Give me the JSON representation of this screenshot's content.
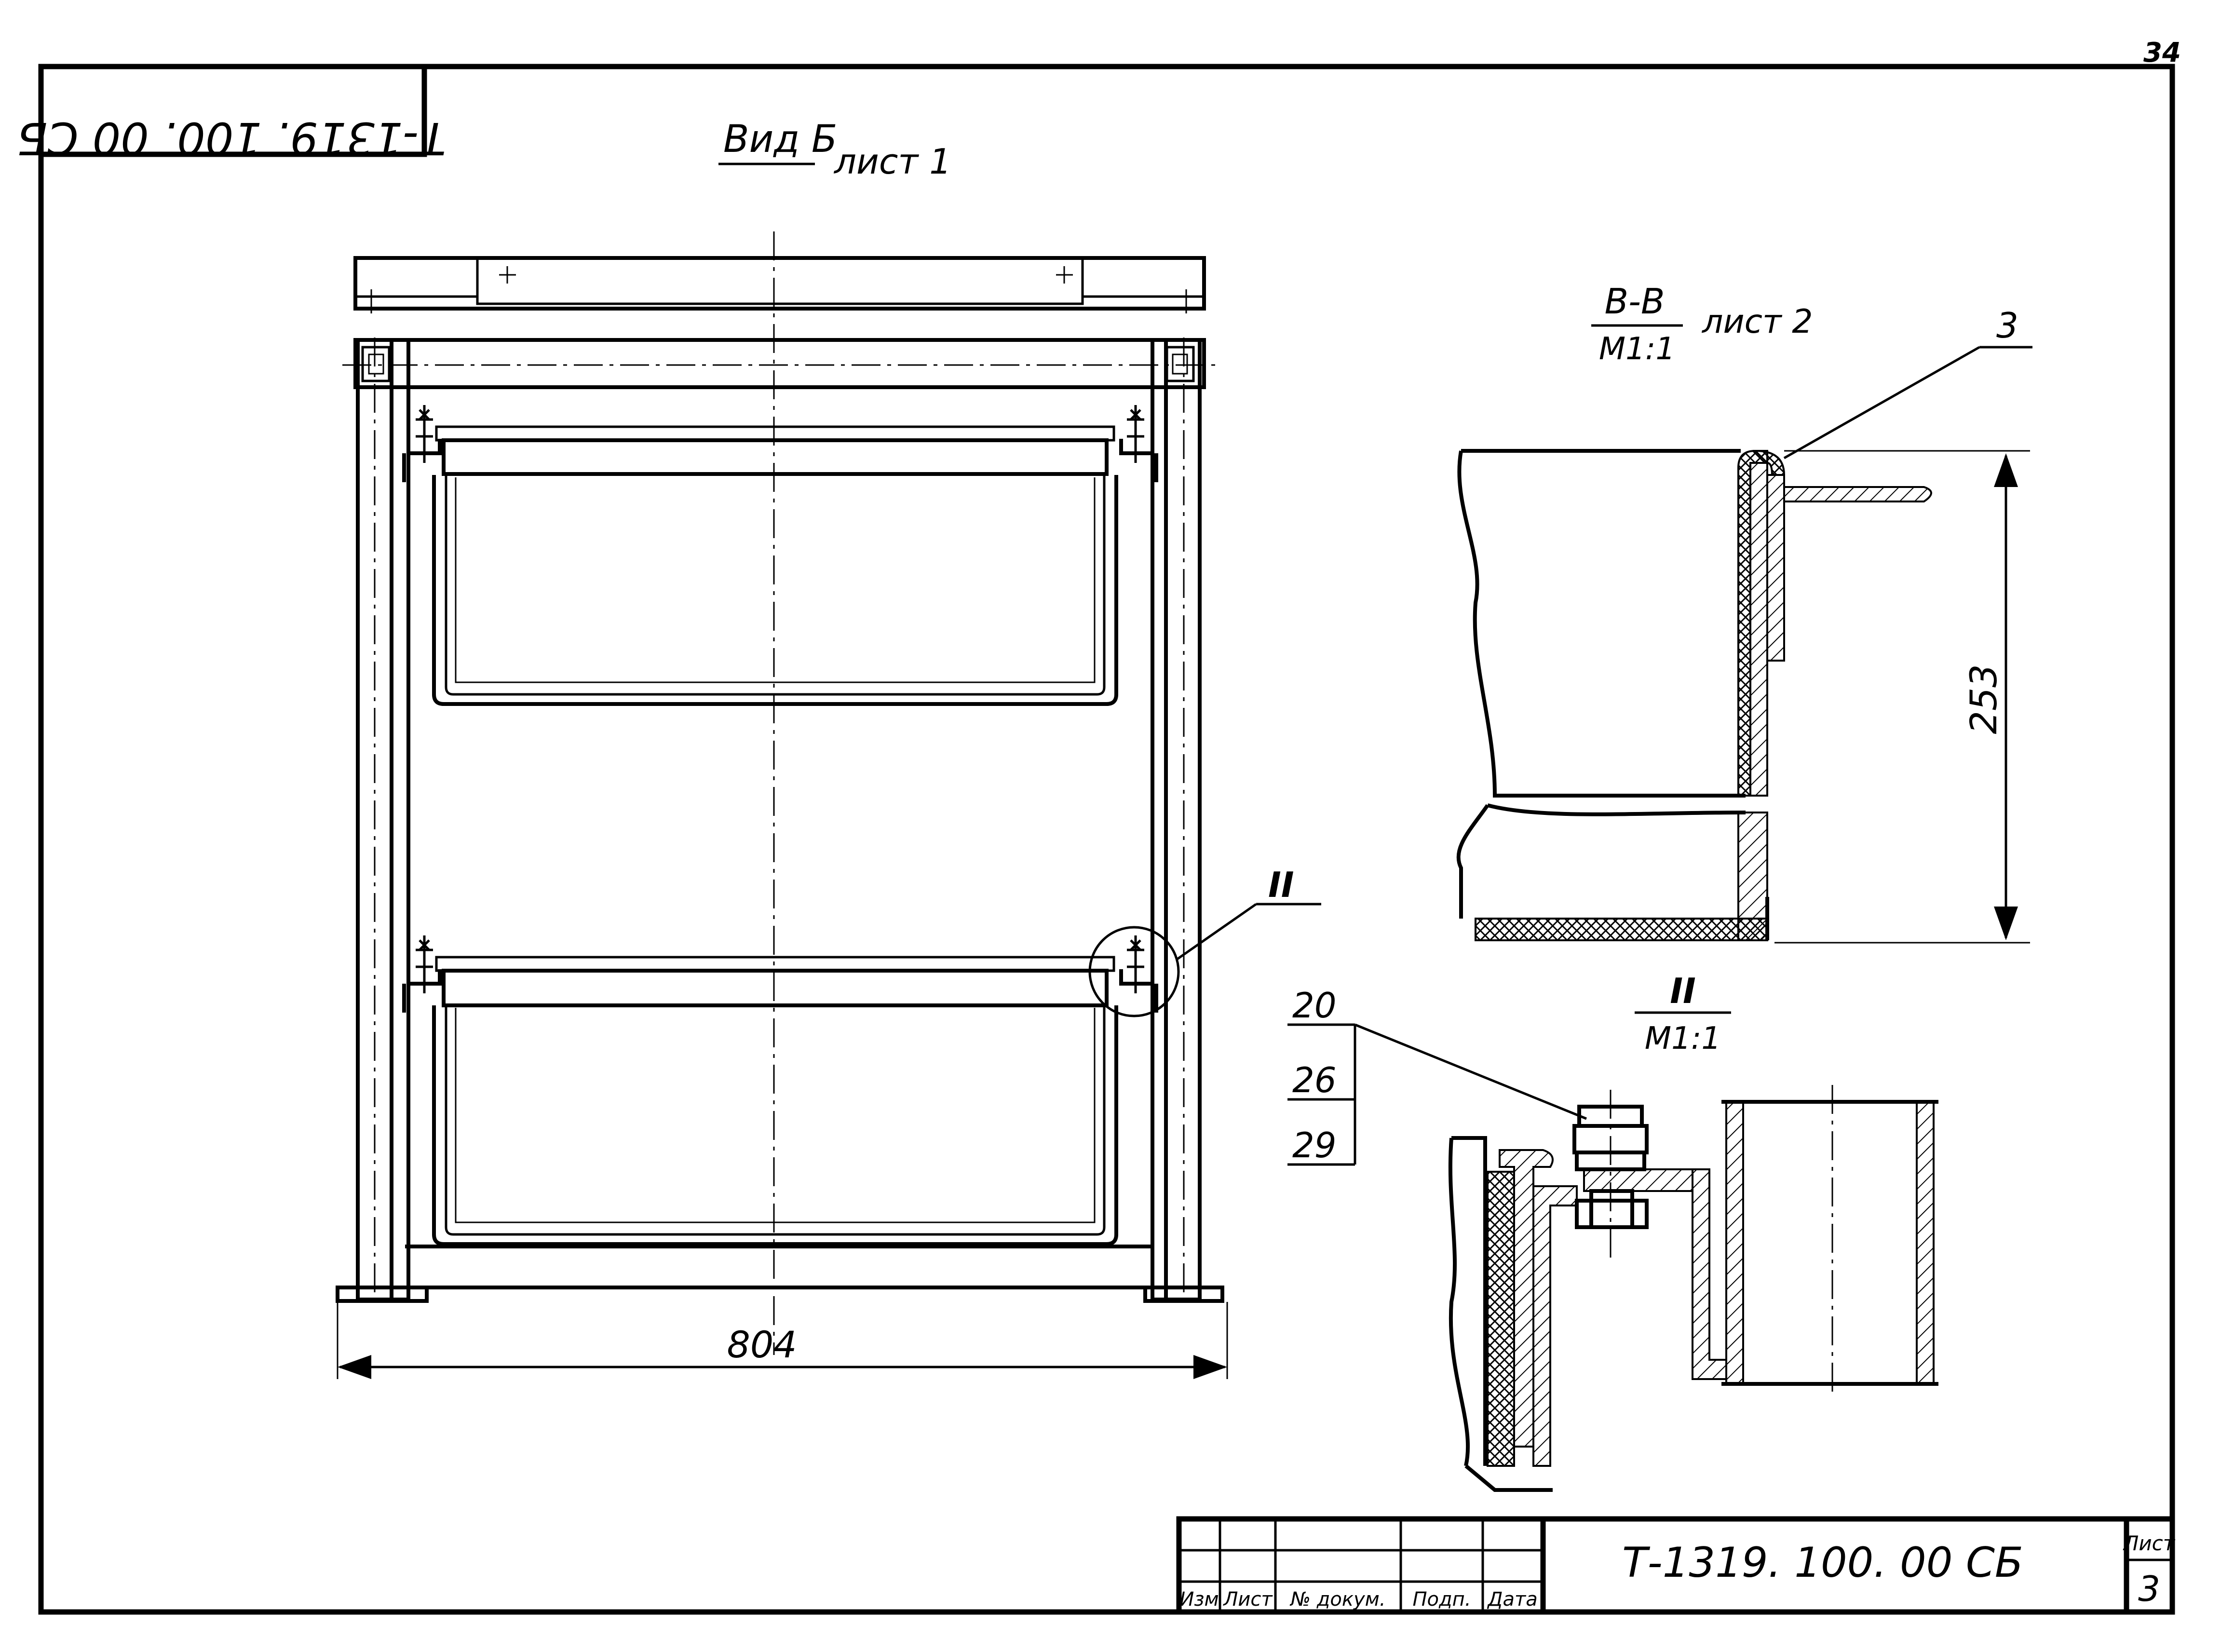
{
  "sheet": {
    "corner_page_number": "34",
    "rotated_designation": "Т-1319. 100. 00 СБ"
  },
  "view_b": {
    "title": "Вид Б",
    "sheet_ref": "лист 1",
    "width_dimension": "804",
    "detail_callout": "II"
  },
  "section_bb": {
    "title": "В-В",
    "scale": "М1:1",
    "sheet_ref": "лист 2",
    "leader_position": "3",
    "height_dimension": "253"
  },
  "detail_ii": {
    "title": "II",
    "scale": "М1:1",
    "positions": [
      "20",
      "26",
      "29"
    ]
  },
  "title_block": {
    "designation": "Т-1319. 100. 00 СБ",
    "columns": [
      "Изм",
      "Лист",
      "№ докум.",
      "Подп.",
      "Дата"
    ],
    "sheet_label": "Лист",
    "sheet_number": "3"
  }
}
